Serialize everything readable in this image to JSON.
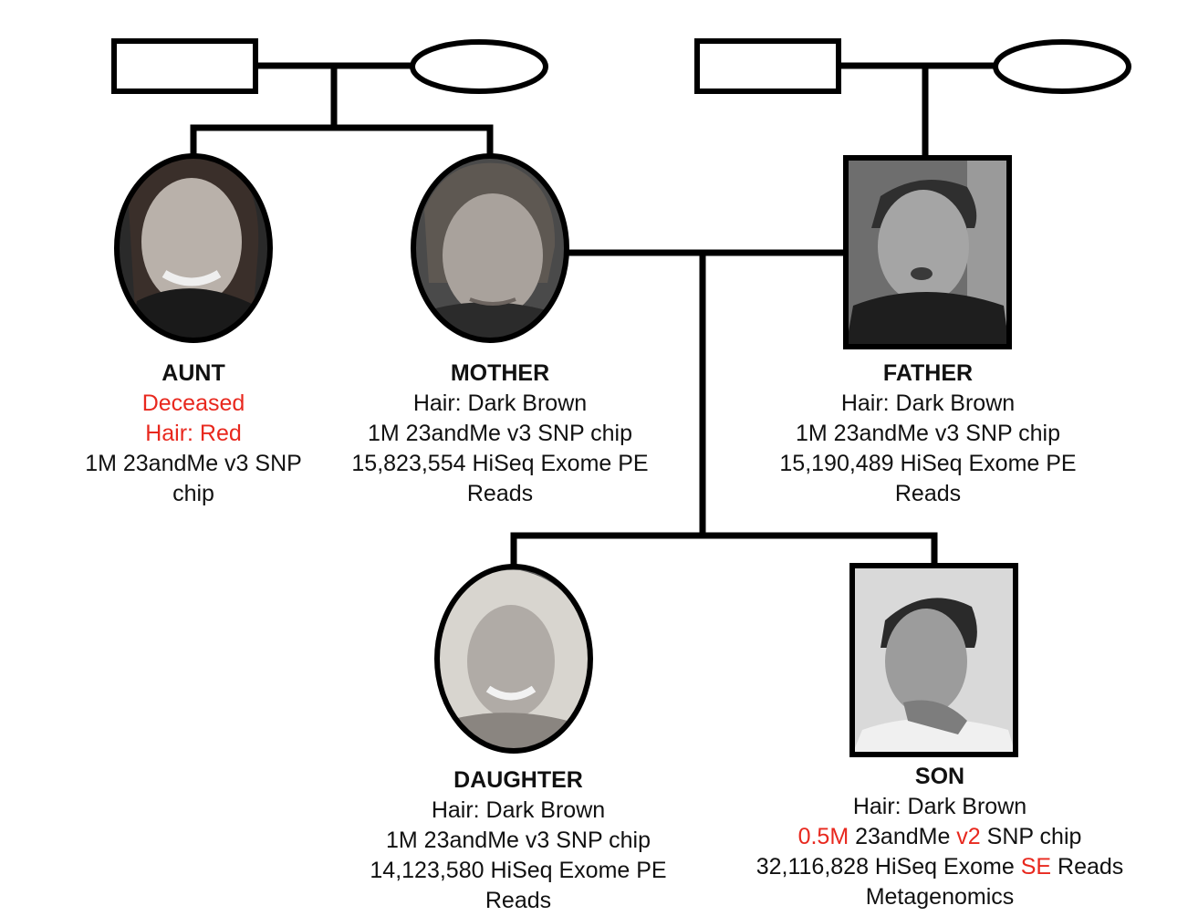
{
  "colors": {
    "line": "#000000",
    "highlight": "#e8281e",
    "photo_bg": "#3a3a3a"
  },
  "members": {
    "aunt": {
      "name": "AUNT",
      "photo_icon": "portrait-photo-icon",
      "shape": "oval",
      "lines": [
        [
          {
            "text": "Deceased",
            "highlight": true
          }
        ],
        [
          {
            "text": "Hair: Red",
            "highlight": true
          }
        ],
        [
          {
            "text": "1M 23andMe v3 SNP",
            "highlight": false
          }
        ],
        [
          {
            "text": "chip",
            "highlight": false
          }
        ]
      ]
    },
    "mother": {
      "name": "MOTHER",
      "photo_icon": "portrait-photo-icon",
      "shape": "oval",
      "lines": [
        [
          {
            "text": "Hair: Dark Brown",
            "highlight": false
          }
        ],
        [
          {
            "text": "1M 23andMe v3 SNP chip",
            "highlight": false
          }
        ],
        [
          {
            "text": "15,823,554 HiSeq Exome PE",
            "highlight": false
          }
        ],
        [
          {
            "text": "Reads",
            "highlight": false
          }
        ]
      ]
    },
    "father": {
      "name": "FATHER",
      "photo_icon": "portrait-photo-icon",
      "shape": "square",
      "lines": [
        [
          {
            "text": "Hair: Dark Brown",
            "highlight": false
          }
        ],
        [
          {
            "text": "1M 23andMe v3 SNP chip",
            "highlight": false
          }
        ],
        [
          {
            "text": "15,190,489 HiSeq Exome PE",
            "highlight": false
          }
        ],
        [
          {
            "text": "Reads",
            "highlight": false
          }
        ]
      ]
    },
    "daughter": {
      "name": "DAUGHTER",
      "photo_icon": "portrait-photo-icon",
      "shape": "oval",
      "lines": [
        [
          {
            "text": "Hair: Dark Brown",
            "highlight": false
          }
        ],
        [
          {
            "text": "1M 23andMe v3 SNP chip",
            "highlight": false
          }
        ],
        [
          {
            "text": "14,123,580 HiSeq Exome PE",
            "highlight": false
          }
        ],
        [
          {
            "text": "Reads",
            "highlight": false
          }
        ]
      ]
    },
    "son": {
      "name": "SON",
      "photo_icon": "portrait-photo-icon",
      "shape": "square",
      "lines": [
        [
          {
            "text": "Hair: Dark Brown",
            "highlight": false
          }
        ],
        [
          {
            "text": "0.5M",
            "highlight": true
          },
          {
            "text": " 23andMe ",
            "highlight": false
          },
          {
            "text": "v2",
            "highlight": true
          },
          {
            "text": " SNP chip",
            "highlight": false
          }
        ],
        [
          {
            "text": "32,116,828 HiSeq Exome ",
            "highlight": false
          },
          {
            "text": "SE",
            "highlight": true
          },
          {
            "text": " Reads",
            "highlight": false
          }
        ],
        [
          {
            "text": "Metagenomics",
            "highlight": false
          }
        ]
      ]
    }
  }
}
